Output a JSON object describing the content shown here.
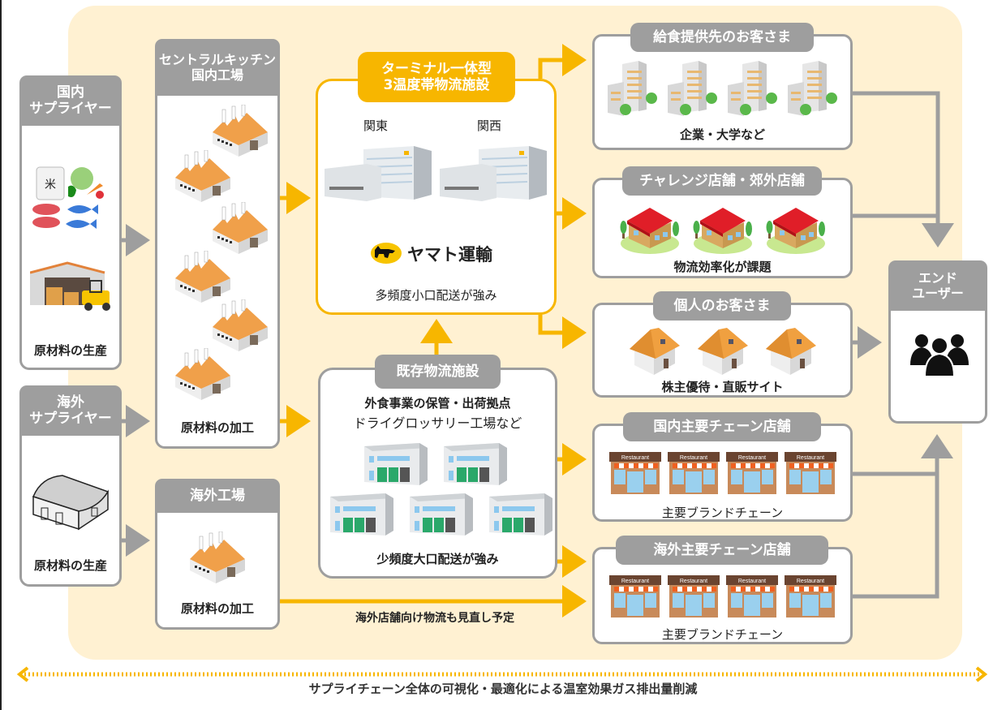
{
  "colors": {
    "panel_bg": "#fff1d2",
    "accent": "#f7b600",
    "gray": "#9e9e9e",
    "text": "#222222"
  },
  "domestic_supplier": {
    "title_line1": "国内",
    "title_line2": "サプライヤー",
    "caption": "原材料の生産",
    "icons": [
      "food-ingredients-icon",
      "warehouse-forklift-icon"
    ]
  },
  "overseas_supplier": {
    "title_line1": "海外",
    "title_line2": "サプライヤー",
    "caption": "原材料の生産",
    "icons": [
      "hangar-warehouse-icon"
    ]
  },
  "central_kitchen": {
    "title_line1": "セントラルキッチン",
    "title_line2": "国内工場",
    "caption": "原材料の加工",
    "factory_count": 6
  },
  "overseas_factory": {
    "title": "海外工場",
    "caption": "原材料の加工",
    "factory_count": 1
  },
  "terminal_facility": {
    "title_line1": "ターミナル一体型",
    "title_line2": "3温度帯物流施設",
    "region_east": "関東",
    "region_west": "関西",
    "brand": "ヤマト運輸",
    "caption": "多頻度小口配送が強み"
  },
  "existing_facility": {
    "title": "既存物流施設",
    "desc_line1": "外食事業の保管・出荷拠点",
    "desc_line2": "ドライグロッサリー工場など",
    "caption": "少頻度大口配送が強み",
    "building_count": 5
  },
  "overseas_route_note": "海外店舗向け物流も見直し予定",
  "customers": [
    {
      "title": "給食提供先のお客さま",
      "caption": "企業・大学など",
      "icon": "office-building-icon",
      "count": 4
    },
    {
      "title": "チャレンジ店舗・郊外店舗",
      "caption": "物流効率化が課題",
      "icon": "suburban-store-icon",
      "count": 3
    },
    {
      "title": "個人のお客さま",
      "caption": "株主優待・直販サイト",
      "icon": "house-icon",
      "count": 3
    },
    {
      "title": "国内主要チェーン店舗",
      "caption": "主要ブランドチェーン",
      "icon": "restaurant-icon",
      "count": 4,
      "sign": "Restaurant"
    },
    {
      "title": "海外主要チェーン店舗",
      "caption": "主要ブランドチェーン",
      "icon": "restaurant-icon",
      "count": 4,
      "sign": "Restaurant"
    }
  ],
  "end_user": {
    "title_line1": "エンド",
    "title_line2": "ユーザー",
    "icon": "people-group-icon"
  },
  "bottom_note": "サプライチェーン全体の可視化・最適化による温室効果ガス排出量削減"
}
